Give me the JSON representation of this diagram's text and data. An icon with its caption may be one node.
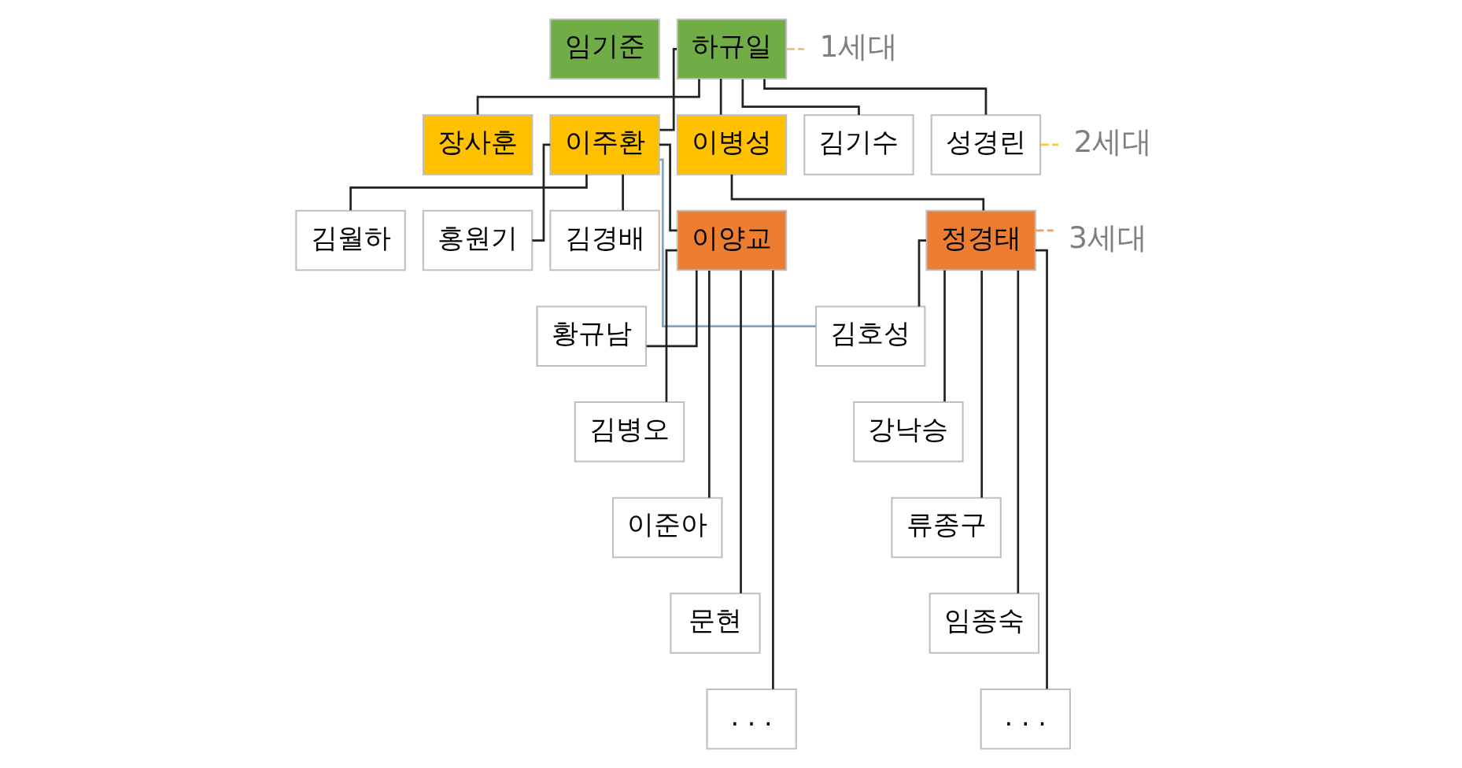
{
  "diagram": {
    "nodes": [
      {
        "text": [
          "임기준"
        ]
      },
      {
        "text": [
          "하규일"
        ]
      },
      {
        "text": [
          "장사훈"
        ]
      },
      {
        "text": [
          "이주환"
        ]
      },
      {
        "text": [
          "이병성"
        ]
      },
      {
        "text": [
          "김기수"
        ]
      },
      {
        "text": [
          "성경린"
        ]
      },
      {
        "text": [
          "김월하"
        ]
      },
      {
        "text": [
          "홍원기"
        ]
      },
      {
        "text": [
          "김경배"
        ]
      },
      {
        "text": [
          "이양교"
        ]
      },
      {
        "text": [
          "정경태"
        ]
      },
      {
        "text": [
          "황규남"
        ]
      },
      {
        "text": [
          "김병오"
        ]
      },
      {
        "text": [
          "이준아"
        ]
      },
      {
        "text": [
          "문현"
        ]
      },
      {
        "text": [
          ". . ."
        ]
      },
      {
        "text": [
          "김호성"
        ]
      },
      {
        "text": [
          "강낙승"
        ]
      },
      {
        "text": [
          "류종구"
        ]
      },
      {
        "text": [
          "임종숙"
        ]
      },
      {
        "text": [
          ". . ."
        ]
      },
      {
        "text": [
          "1세대"
        ]
      },
      {
        "text": [
          "2세대"
        ]
      },
      {
        "text": [
          "3세대"
        ]
      }
    ],
    "edges": [
      {
        "from": 1,
        "to": 2,
        "arrow": "none"
      },
      {
        "from": 1,
        "to": 3,
        "arrow": "none"
      },
      {
        "from": 1,
        "to": 4,
        "arrow": "none"
      },
      {
        "from": 1,
        "to": 5,
        "arrow": "none"
      },
      {
        "from": 1,
        "to": 6,
        "arrow": "none"
      },
      {
        "from": 3,
        "to": 7,
        "arrow": "none"
      },
      {
        "from": 3,
        "to": 8,
        "arrow": "none"
      },
      {
        "from": 3,
        "to": 9,
        "arrow": "none"
      },
      {
        "from": 3,
        "to": 10,
        "arrow": "none"
      },
      {
        "from": 4,
        "to": 11,
        "arrow": "none"
      },
      {
        "from": 10,
        "to": 12,
        "arrow": "none"
      },
      {
        "from": 10,
        "to": 13,
        "arrow": "none"
      },
      {
        "from": 10,
        "to": 14,
        "arrow": "none"
      },
      {
        "from": 10,
        "to": 15,
        "arrow": "none"
      },
      {
        "from": 10,
        "to": 16,
        "arrow": "none"
      },
      {
        "from": 11,
        "to": 17,
        "arrow": "none"
      },
      {
        "from": 11,
        "to": 18,
        "arrow": "none"
      },
      {
        "from": 11,
        "to": 19,
        "arrow": "none"
      },
      {
        "from": 11,
        "to": 20,
        "arrow": "none"
      },
      {
        "from": 11,
        "to": 21,
        "arrow": "none"
      },
      {
        "from": 3,
        "to": 17,
        "arrow": "none",
        "color": "#7fa7c4"
      },
      {
        "from": 1,
        "to": 22,
        "arrow": "none",
        "style": "dashed",
        "color": "#e2c77a"
      },
      {
        "from": 6,
        "to": 23,
        "arrow": "none",
        "style": "dashed",
        "color": "#f5c842"
      },
      {
        "from": 11,
        "to": 24,
        "arrow": "none",
        "style": "dashed",
        "color": "#f0a060"
      }
    ]
  }
}
